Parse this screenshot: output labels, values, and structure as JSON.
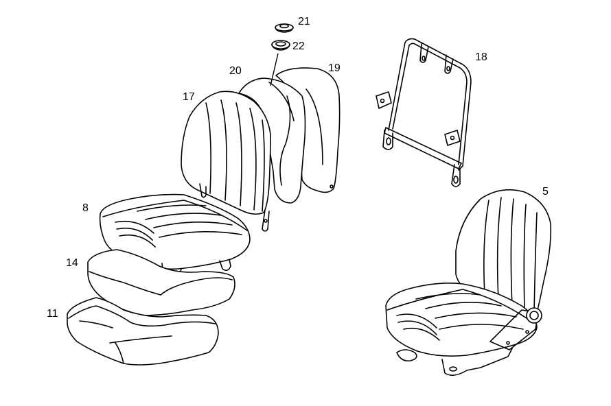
{
  "diagram": {
    "colors": {
      "line": "#000000",
      "background": "#ffffff"
    },
    "parts": [
      {
        "id": "p21",
        "number": "21",
        "name": "grommet-cap"
      },
      {
        "id": "p22",
        "number": "22",
        "name": "grommet-ring"
      },
      {
        "id": "p20",
        "number": "20",
        "name": "backrest-pad"
      },
      {
        "id": "p19",
        "number": "19",
        "name": "backrest-rear-panel"
      },
      {
        "id": "p17",
        "number": "17",
        "name": "backrest-cover"
      },
      {
        "id": "p18",
        "number": "18",
        "name": "backrest-frame"
      },
      {
        "id": "p8",
        "number": "8",
        "name": "seat-cushion-cover"
      },
      {
        "id": "p14",
        "number": "14",
        "name": "seat-cushion-pad"
      },
      {
        "id": "p11",
        "number": "11",
        "name": "seat-base-shell"
      },
      {
        "id": "p5",
        "number": "5",
        "name": "complete-seat"
      }
    ]
  }
}
